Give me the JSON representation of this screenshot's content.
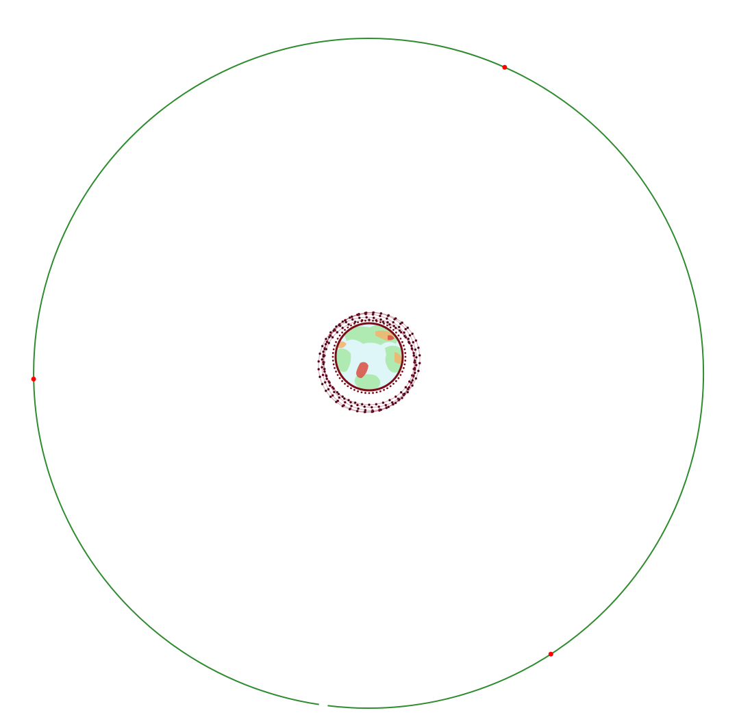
{
  "scene": {
    "kind": "orbital-constellation-view",
    "background": "#ffffff"
  },
  "outer_orbit": {
    "color": "#2e8b2e",
    "satellites": [
      {
        "id": "geo-sat-1",
        "angle_deg": -66,
        "color": "#ff0000"
      },
      {
        "id": "geo-sat-2",
        "angle_deg": 179,
        "color": "#ff0000"
      },
      {
        "id": "geo-sat-3",
        "angle_deg": 57,
        "color": "#ff0000"
      }
    ]
  },
  "inner_constellation": {
    "orbit_color": "#7a0d1a",
    "satellite_color": "#2a0a12",
    "marker_color": "#cc3366",
    "ring_count": 5,
    "satellites_per_ring": 40
  },
  "earth": {
    "ocean_color": "#dff6f8",
    "land_color": "#a6e8a6",
    "highland_color": "#f2b36b",
    "mountain_color": "#d8584a"
  }
}
